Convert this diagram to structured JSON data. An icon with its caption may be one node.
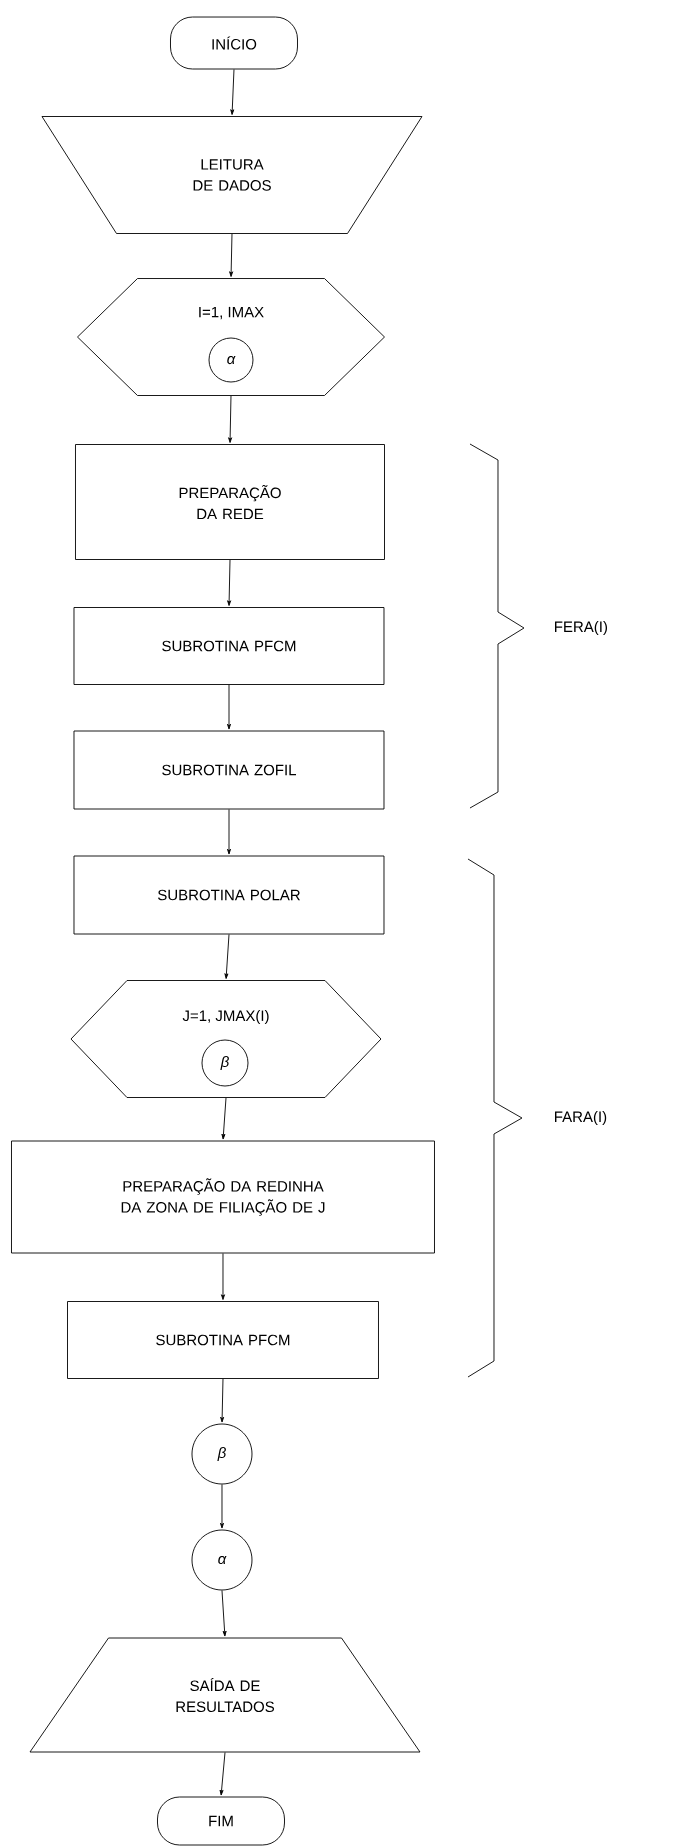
{
  "diagram": {
    "nodes": [
      {
        "text": [
          "INÍCIO"
        ]
      },
      {
        "text": [
          "LEITURA DE DADOS"
        ]
      },
      {
        "text": [
          "I=1, IMAX"
        ]
      },
      {
        "text": [
          "α"
        ],
        "in": 2
      },
      {
        "text": [
          "PREPARAÇÃO DA REDE"
        ]
      },
      {
        "text": [
          "SUBROTINA PFCM"
        ]
      },
      {
        "text": [
          "SUBROTINA ZOFIL"
        ]
      },
      {
        "text": [
          "SUBROTINA POLAR"
        ]
      },
      {
        "text": [
          "J=1, JMAX(I)"
        ]
      },
      {
        "text": [
          "β"
        ],
        "in": 8
      },
      {
        "text": [
          "PREPARAÇÃO DA REDINHA DA ZONA DE FILIAÇÃO DE J"
        ]
      },
      {
        "text": [
          "SUBROTINA PFCM"
        ]
      },
      {
        "text": [
          "β"
        ]
      },
      {
        "text": [
          "α"
        ]
      },
      {
        "text": [
          "SAÍDA DE RESULTADOS"
        ]
      },
      {
        "text": [
          "FIM"
        ]
      }
    ],
    "edges": [
      {
        "from": 0,
        "to": 1,
        "arrow": "to"
      },
      {
        "from": 1,
        "to": 2,
        "arrow": "to"
      },
      {
        "from": 2,
        "to": 4,
        "arrow": "to"
      },
      {
        "from": 4,
        "to": 5,
        "arrow": "to"
      },
      {
        "from": 5,
        "to": 6,
        "arrow": "to"
      },
      {
        "from": 6,
        "to": 7,
        "arrow": "to"
      },
      {
        "from": 7,
        "to": 8,
        "arrow": "to"
      },
      {
        "from": 8,
        "to": 10,
        "arrow": "to"
      },
      {
        "from": 10,
        "to": 11,
        "arrow": "to"
      },
      {
        "from": 11,
        "to": 12,
        "arrow": "to"
      },
      {
        "from": 12,
        "to": 13,
        "arrow": "to"
      },
      {
        "from": 13,
        "to": 14,
        "arrow": "to"
      },
      {
        "from": 14,
        "to": 15,
        "arrow": "to"
      }
    ],
    "labels": [
      "FERA(I)",
      "FARA(I)"
    ]
  }
}
